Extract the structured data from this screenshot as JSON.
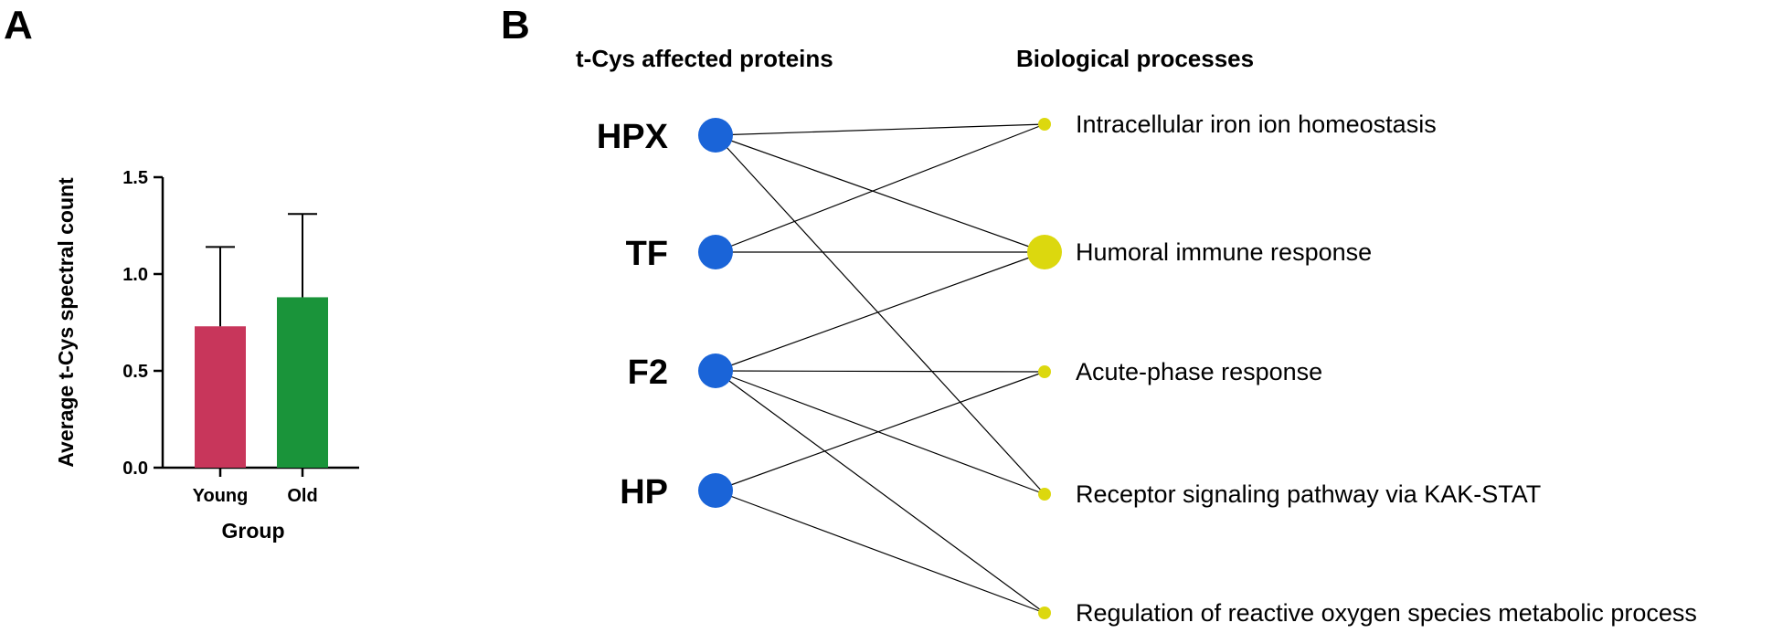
{
  "panels": {
    "a_label": "A",
    "b_label": "B"
  },
  "chart_data": [
    {
      "type": "bar",
      "categories": [
        "Young",
        "Old"
      ],
      "values": [
        0.73,
        0.88
      ],
      "errors": [
        0.41,
        0.43
      ],
      "colors": [
        "#C8365B",
        "#1A943A"
      ],
      "title": "",
      "xlabel": "Group",
      "ylabel": "Average t-Cys spectral count",
      "ylim": [
        0,
        1.5
      ],
      "yticks": [
        "0.0",
        "0.5",
        "1.0",
        "1.5"
      ],
      "grid": false
    },
    {
      "type": "bipartite-network",
      "left_header": "t-Cys affected proteins",
      "right_header": "Biological processes",
      "proteins": [
        "HPX",
        "TF",
        "F2",
        "HP"
      ],
      "processes": [
        {
          "label": "Intracellular iron ion homeostasis",
          "size": "small"
        },
        {
          "label": "Humoral immune response",
          "size": "large"
        },
        {
          "label": "Acute-phase response",
          "size": "small"
        },
        {
          "label": "Receptor signaling pathway via KAK-STAT",
          "size": "small"
        },
        {
          "label": "Regulation of reactive oxygen species metabolic process",
          "size": "small"
        }
      ],
      "edges": [
        [
          0,
          0
        ],
        [
          0,
          1
        ],
        [
          0,
          3
        ],
        [
          1,
          0
        ],
        [
          1,
          1
        ],
        [
          2,
          1
        ],
        [
          2,
          2
        ],
        [
          2,
          3
        ],
        [
          2,
          4
        ],
        [
          3,
          2
        ],
        [
          3,
          4
        ]
      ],
      "protein_color": "#1A64D8",
      "process_color": "#DCD80E"
    }
  ]
}
